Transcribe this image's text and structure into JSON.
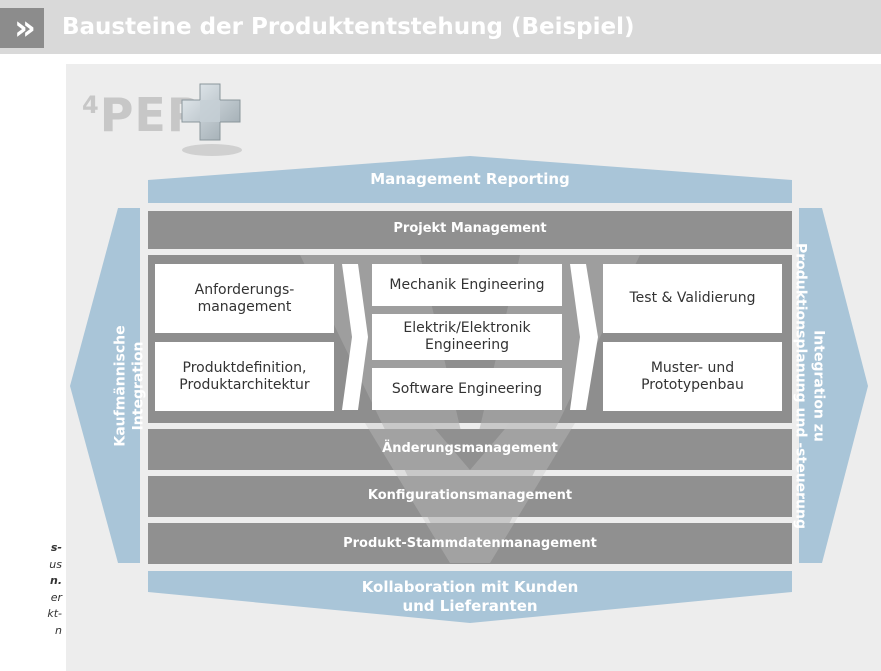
{
  "header": {
    "arrow_icon": "»",
    "title": "Bausteine der Produktentstehung (Beispiel)"
  },
  "logo": {
    "superscript": "4",
    "text": "PEP",
    "icon": "puzzle-cube-icon"
  },
  "colors": {
    "header_bg": "#d9d9d9",
    "diagram_bg": "#ededed",
    "light_blue": "#a9c5d8",
    "gray_bar": "#909090",
    "v_shape": "#b8b8b8"
  },
  "diagram": {
    "top_banner": "Management Reporting",
    "bottom_banner_line1": "Kollaboration mit Kunden",
    "bottom_banner_line2": "und Lieferanten",
    "left_side_line1": "Kaufmännische",
    "left_side_line2": "Integration",
    "right_side_line1": "Integration zu",
    "right_side_line2": "Produktionsplanung und -steuerung",
    "projekt_management": "Projekt Management",
    "aenderungsmanagement": "Änderungsmanagement",
    "konfigurationsmanagement": "Konfigurationsmanagement",
    "stammdaten": "Produkt-Stammdatenmanagement",
    "left_boxes": [
      {
        "line1": "Anforderungs-",
        "line2": "management"
      },
      {
        "line1": "Produktdefinition,",
        "line2": "Produktarchitektur"
      }
    ],
    "middle_boxes": [
      {
        "line1": "Mechanik Engineering",
        "line2": ""
      },
      {
        "line1": "Elektrik/Elektronik",
        "line2": "Engineering"
      },
      {
        "line1": "Software Engineering",
        "line2": ""
      }
    ],
    "right_boxes": [
      {
        "line1": "Test & Validierung",
        "line2": ""
      },
      {
        "line1": "Muster- und",
        "line2": "Prototypenbau"
      }
    ]
  },
  "side_caption": {
    "line1": "s-",
    "line2": "us",
    "line3": "n.",
    "line4": "er",
    "line5": "kt-",
    "line6": "n"
  }
}
